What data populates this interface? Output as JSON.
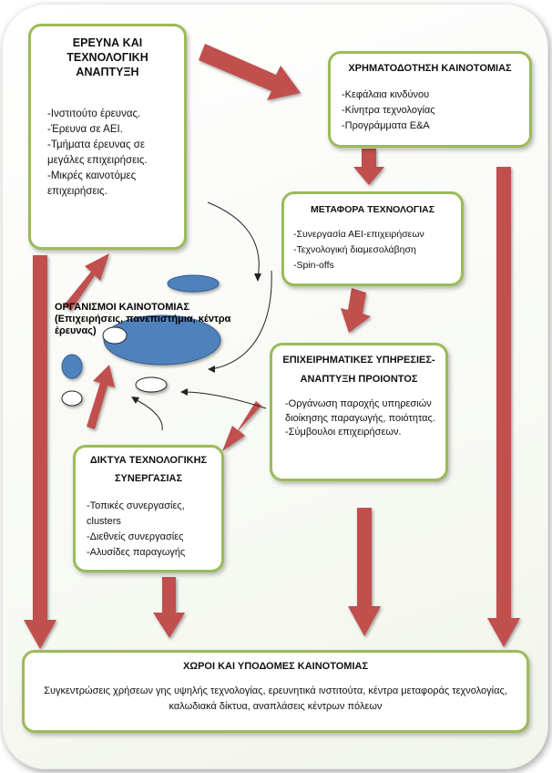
{
  "research": {
    "title": "ΕΡΕΥΝΑ ΚΑΙ ΤΕΧΝΟΛΟΓΙΚΗ ΑΝΑΠΤΥΞΗ",
    "items": [
      "-Ινστιτούτο έρευνας.",
      "-Έρευνα σε ΑΕΙ.",
      "-Τμήματα έρευνας σε μεγάλες επιχειρήσεις.",
      "-Μικρές καινοτόμες επιχειρήσεις."
    ]
  },
  "financing": {
    "title": "ΧΡΗΜΑΤΟΔΟΤΗΣΗ ΚΑΙΝΟΤΟΜΙΑΣ",
    "items": [
      "-Κεφάλαια κινδύνου",
      "-Κίνητρα τεχνολογίας",
      "-Προγράμματα Ε&Α"
    ]
  },
  "transfer": {
    "title": "ΜΕΤΑΦΟΡΑ ΤΕΧΝΟΛΟΓΙΑΣ",
    "items": [
      "-Συνεργασία ΑΕΙ-επιχειρήσεων",
      "-Τεχνολογική διαμεσολάβηση",
      "-Spin-offs"
    ]
  },
  "services": {
    "title": "ΕΠΙΧΕΙΡΗΜΑΤΙΚΕΣ ΥΠΗΡΕΣΙΕΣ-ΑΝΑΠΤΥΞΗ ΠΡΟΙΟΝΤΟΣ",
    "items": [
      "-Οργάνωση παροχής υπηρεσιών διοίκησης παραγωγής, ποιότητας.",
      "-Σύμβουλοι επιχειρήσεων."
    ]
  },
  "networks": {
    "title": "ΔΙΚΤΥΑ ΤΕΧΝΟΛΟΓΙΚΗΣ ΣΥΝΕΡΓΑΣΙΑΣ",
    "items": [
      "-Τοπικές συνεργασίες, clusters",
      "-Διεθνείς συνεργασίες",
      "-Αλυσίδες παραγωγής"
    ]
  },
  "organisms": {
    "title": "ΟΡΓΑΝΙΣΜΟΙ ΚΑΙΝΟΤΟΜΙΑΣ",
    "subtitle": "(Επιχειρήσεις, πανεπιστήμια, κέντρα έρευνας)"
  },
  "spaces": {
    "title": "ΧΩΡΟΙ ΚΑΙ ΥΠΟΔΟΜΕΣ ΚΑΙΝΟΤΟΜΙΑΣ",
    "text": "Συγκεντρώσεις χρήσεων γης υψηλής τεχνολογίας, ερευνητικά ινστιτούτα, κέντρα μεταφοράς τεχνολογίας, καλωδιακά δίκτυα, αναπλάσεις κέντρων πόλεων"
  },
  "colors": {
    "box_border": "#9bbb59",
    "arrow": "#c0504d",
    "ellipse": "#4f81bd"
  }
}
